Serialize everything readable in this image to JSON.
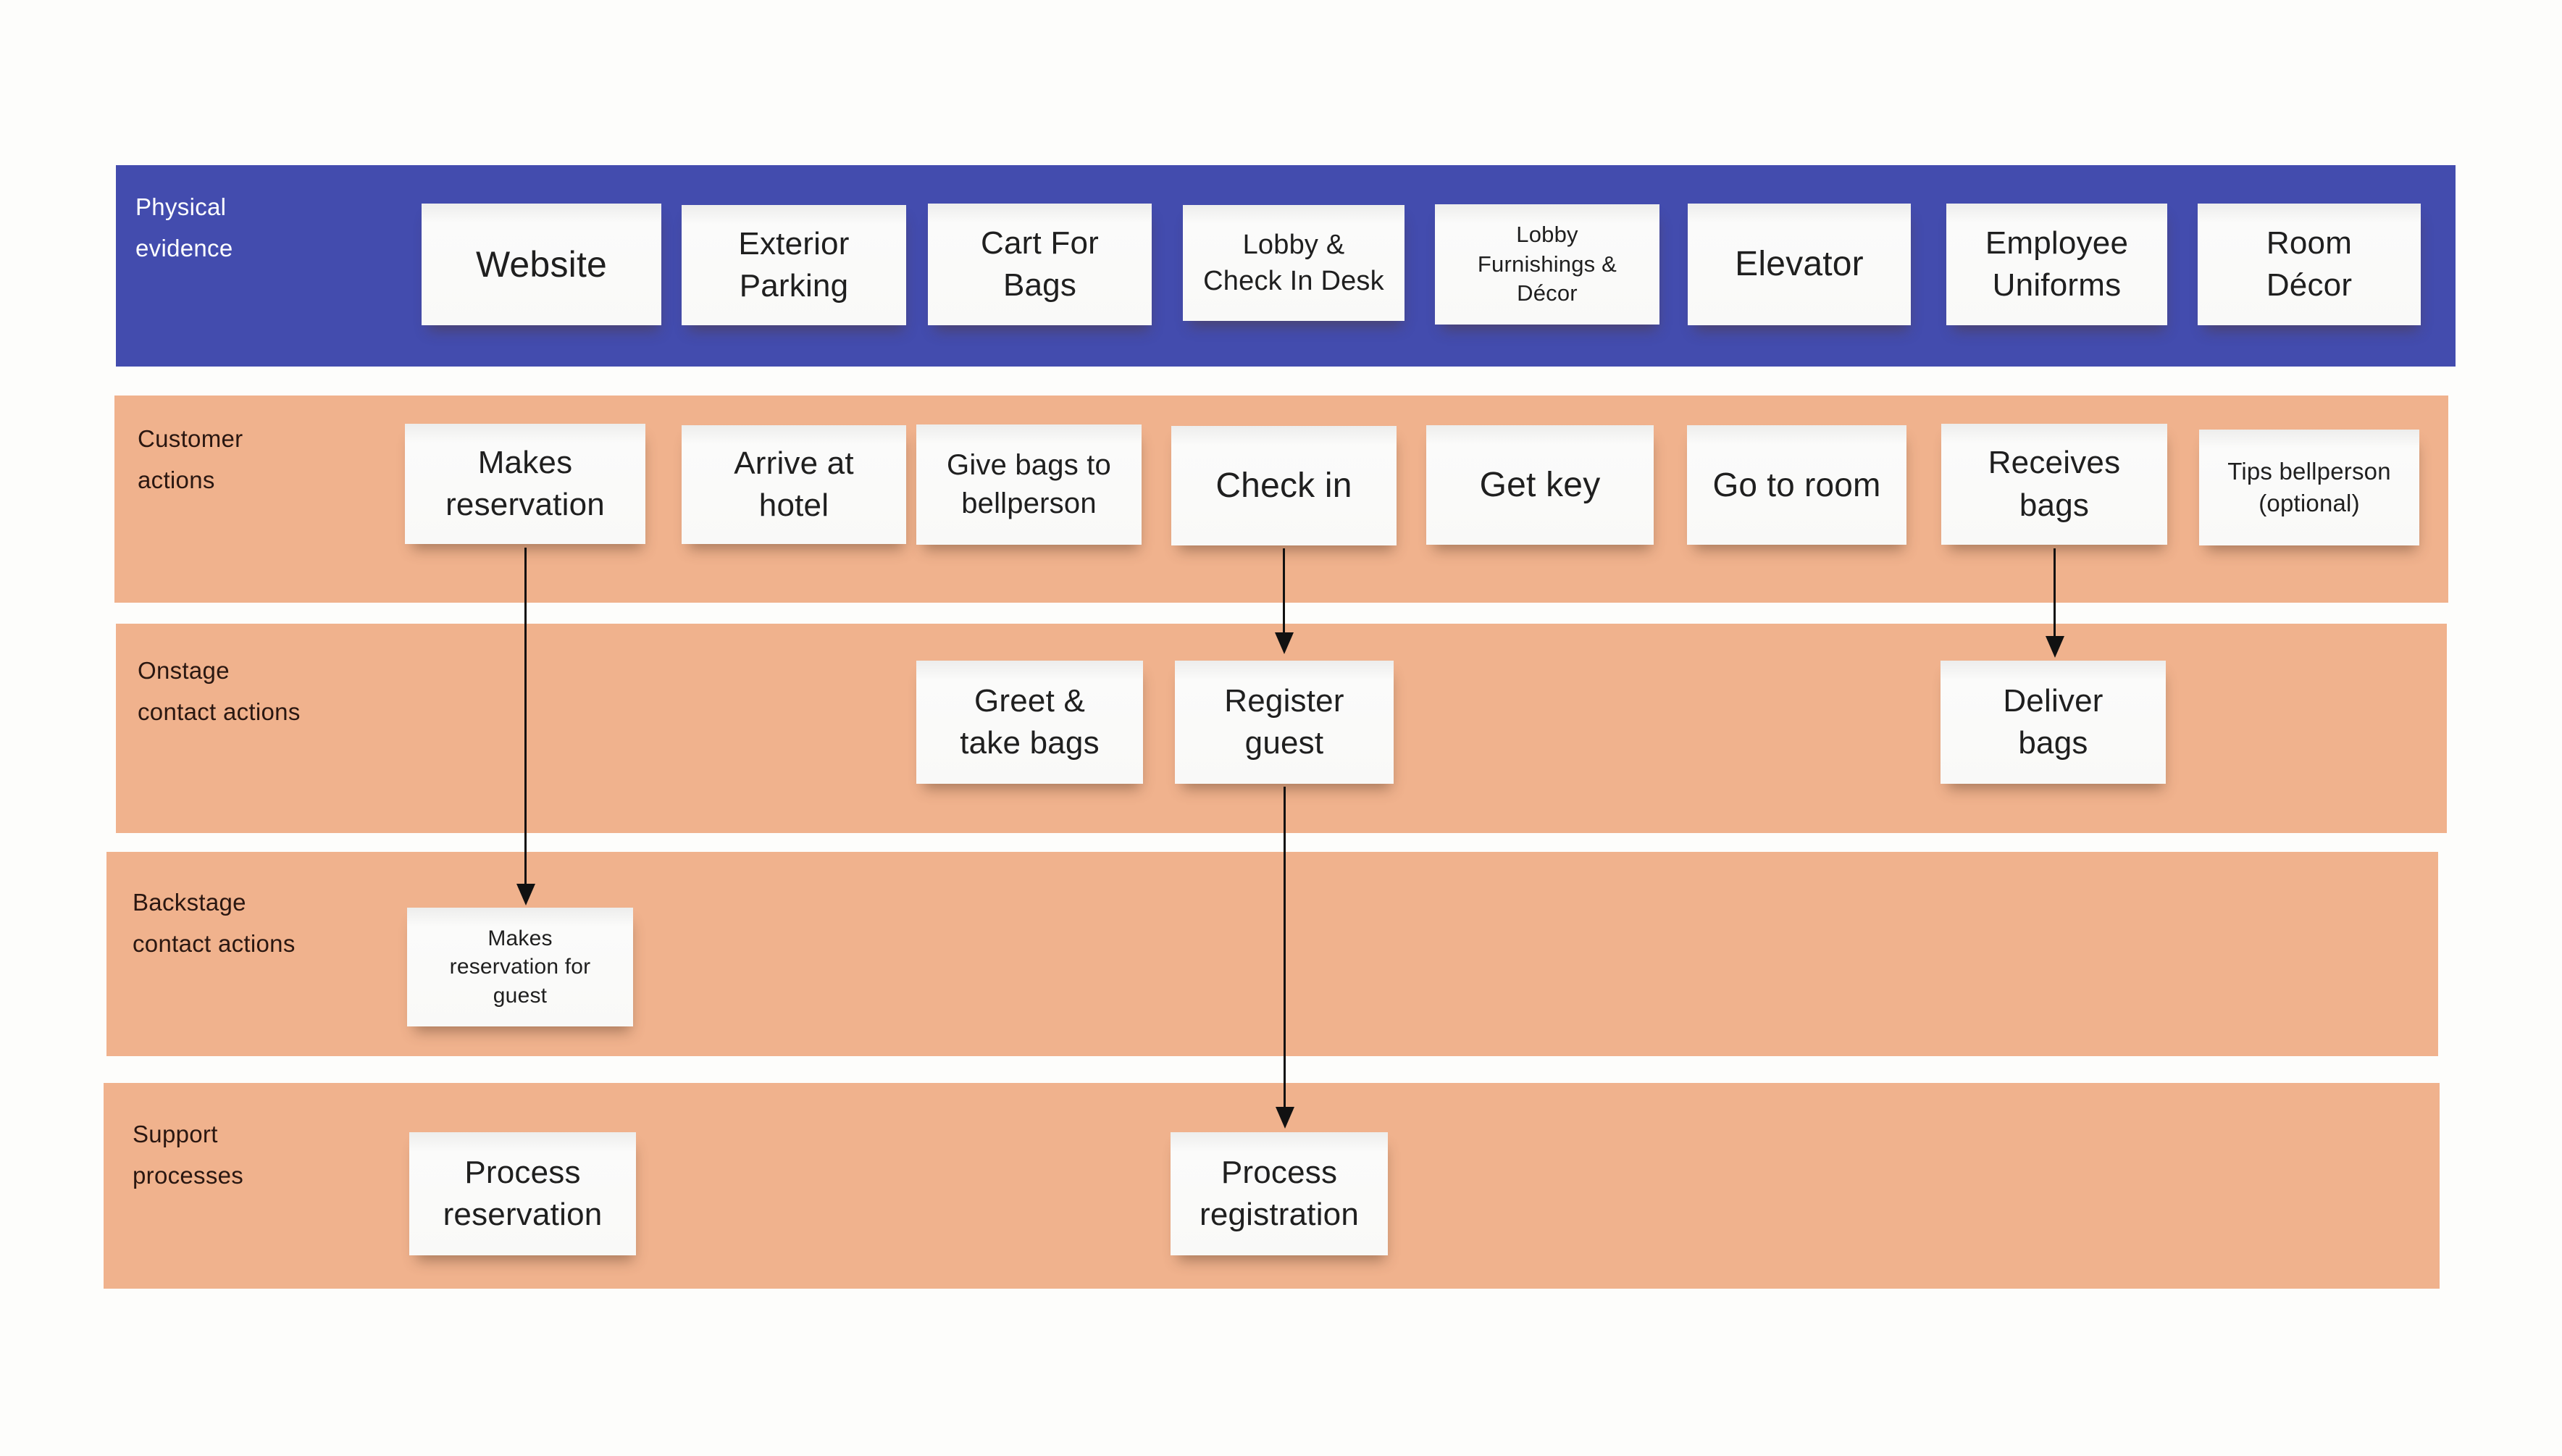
{
  "page": {
    "background": "#fdfdfb"
  },
  "colors": {
    "physical_evidence_band": "#434cae",
    "action_band": "#f0b28d",
    "note_background": "#fafaf9",
    "note_text": "#1f1f1f",
    "label_on_blue": "#ffffff",
    "label_on_orange": "#2a1711",
    "arrow": "#111111"
  },
  "rows": [
    {
      "id": "physical-evidence",
      "label": "Physical\nevidence",
      "notes": [
        {
          "text": "Website"
        },
        {
          "text": "Exterior\nParking"
        },
        {
          "text": "Cart For\nBags"
        },
        {
          "text": "Lobby &\nCheck In Desk"
        },
        {
          "text": "Lobby\nFurnishings &\nDécor"
        },
        {
          "text": "Elevator"
        },
        {
          "text": "Employee\nUniforms"
        },
        {
          "text": "Room\nDécor"
        }
      ]
    },
    {
      "id": "customer-actions",
      "label": "Customer\nactions",
      "notes": [
        {
          "text": "Makes\nreservation"
        },
        {
          "text": "Arrive at\nhotel"
        },
        {
          "text": "Give bags to\nbellperson"
        },
        {
          "text": "Check in"
        },
        {
          "text": "Get key"
        },
        {
          "text": "Go to room"
        },
        {
          "text": "Receives\nbags"
        },
        {
          "text": "Tips bellperson\n(optional)"
        }
      ]
    },
    {
      "id": "onstage-contact-actions",
      "label": "Onstage\ncontact actions",
      "notes": [
        {
          "text": "Greet &\ntake bags"
        },
        {
          "text": "Register\nguest"
        },
        {
          "text": "Deliver\nbags"
        }
      ]
    },
    {
      "id": "backstage-contact-actions",
      "label": "Backstage\ncontact actions",
      "notes": [
        {
          "text": "Makes\nreservation for\nguest"
        }
      ]
    },
    {
      "id": "support-processes",
      "label": "Support\nprocesses",
      "notes": [
        {
          "text": "Process\nreservation"
        },
        {
          "text": "Process\nregistration"
        }
      ]
    }
  ],
  "arrows": [
    {
      "from": "Makes reservation",
      "to": "Makes reservation for guest"
    },
    {
      "from": "Check in",
      "to": "Register guest"
    },
    {
      "from": "Register guest",
      "to": "Process registration"
    },
    {
      "from": "Receives bags",
      "to": "Deliver bags"
    }
  ]
}
